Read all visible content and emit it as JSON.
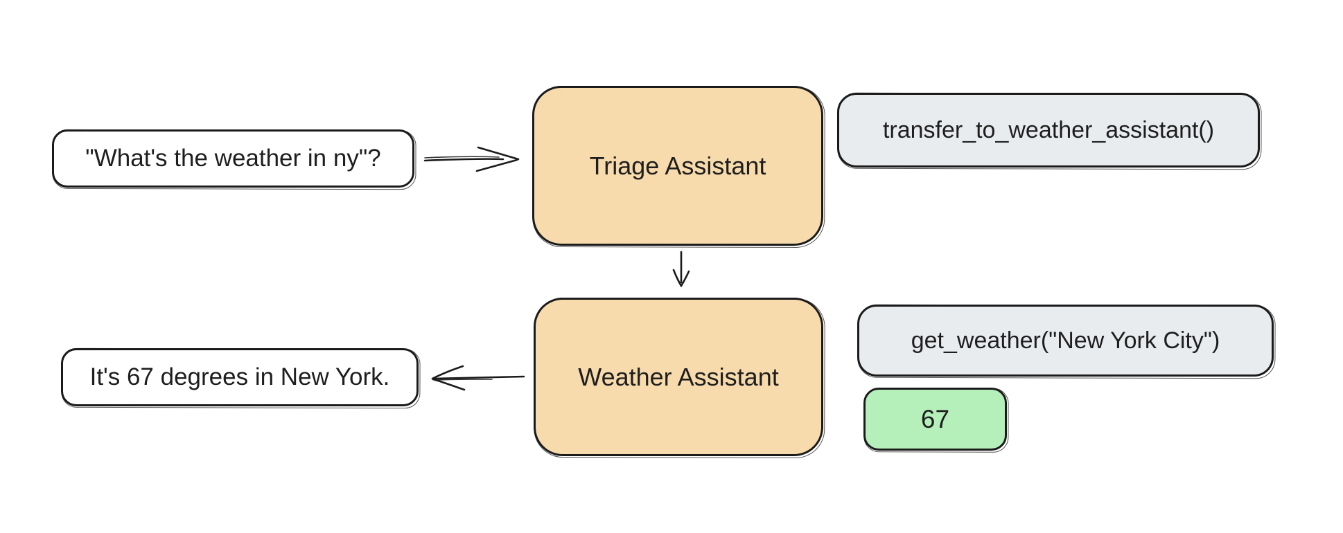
{
  "diagram": {
    "user_query": "\"What's the weather in ny\"?",
    "triage_agent": "Triage Assistant",
    "transfer_tool_call": "transfer_to_weather_assistant()",
    "weather_agent": "Weather Assistant",
    "weather_tool_call": "get_weather(\"New York City\")",
    "tool_result": "67",
    "final_response": "It's 67 degrees in New York.",
    "colors": {
      "agent_fill": "#f8dbac",
      "tool_fill": "#e9ecef",
      "result_fill": "#b5efba",
      "stroke": "#1b1b1b",
      "background": "#ffffff"
    },
    "arrows": [
      {
        "name": "user-to-triage",
        "direction": "right"
      },
      {
        "name": "triage-to-weather",
        "direction": "down"
      },
      {
        "name": "weather-to-response",
        "direction": "left"
      }
    ]
  }
}
